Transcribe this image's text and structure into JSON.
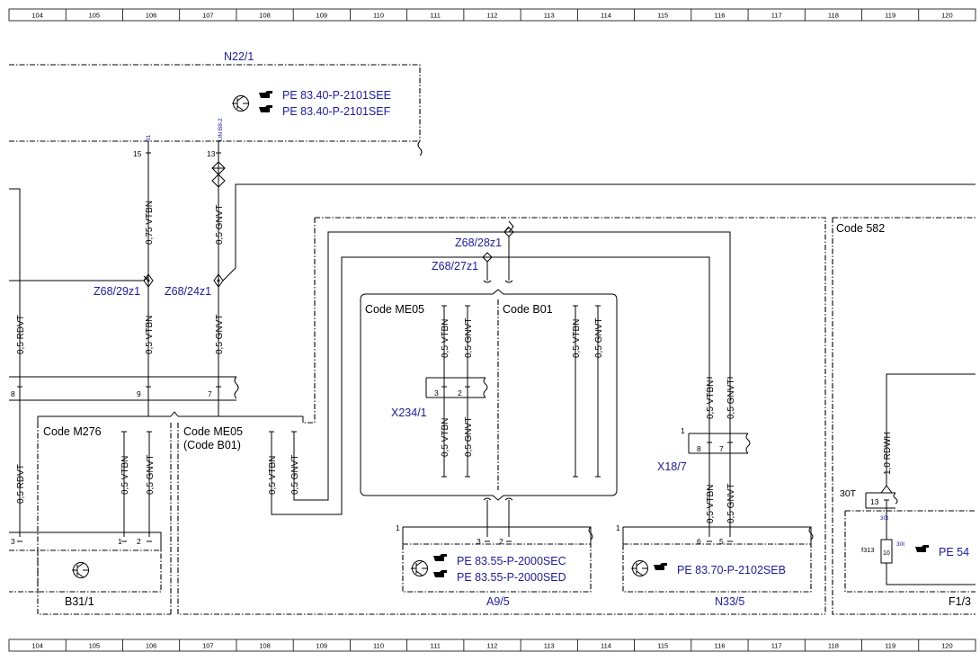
{
  "grid": {
    "columns": [
      "104",
      "105",
      "106",
      "107",
      "108",
      "109",
      "110",
      "111",
      "112",
      "113",
      "114",
      "115",
      "116",
      "117",
      "118",
      "119",
      "120"
    ]
  },
  "components": {
    "n22_1": {
      "name": "N22/1",
      "refs": [
        "PE 83.40-P-2101SEE",
        "PE 83.40-P-2101SEF"
      ],
      "pin15": "15",
      "pin13": "13",
      "pin15_sig": "31",
      "pin13_sig": "LIN B8-2"
    },
    "a9_5": {
      "name": "A9/5",
      "refs": [
        "PE 83.55-P-2000SEC",
        "PE 83.55-P-2000SED"
      ],
      "pin3": "3",
      "pin2": "2",
      "corner": "1"
    },
    "n33_5": {
      "name": "N33/5",
      "ref": "PE 83.70-P-2102SEB",
      "pin6": "6",
      "pin5": "5",
      "corner": "1"
    },
    "b31_1": {
      "name": "B31/1",
      "pin3": "3",
      "pin1": "1",
      "pin2": "2"
    },
    "f1_3": {
      "name": "F1/3",
      "ref": "PE 54",
      "fuse": "f313",
      "fuse_val": "10",
      "sig": "30t"
    }
  },
  "connectors": {
    "x234_1": {
      "name": "X234/1",
      "pin3": "3",
      "pin2": "2"
    },
    "x18_7": {
      "name": "X18/7",
      "pin8": "8",
      "pin7": "7",
      "corner": "1"
    },
    "main": {
      "pin8": "8",
      "pin9": "9",
      "pin7": "7"
    },
    "code582": {
      "pin13": "13",
      "pin30T": "30T"
    }
  },
  "nodes": {
    "z68_29z1": "Z68/29z1",
    "z68_24z1": "Z68/24z1",
    "z68_28z1": "Z68/28z1",
    "z68_27z1": "Z68/27z1"
  },
  "codes": {
    "me05": "Code ME05",
    "b01": "Code B01",
    "m276": "Code M276",
    "me05_b01_a": "Code ME05",
    "me05_b01_b": "(Code B01)",
    "c582": "Code 582"
  },
  "wires": {
    "vtbn_075": "0,75 VTBN",
    "gnvt_05": "0,5 GNVT",
    "vtbn_05": "0,5 VTBN",
    "rdvt_05": "0,5 RDVT",
    "rdwh_10": "1,0 RDWH"
  }
}
